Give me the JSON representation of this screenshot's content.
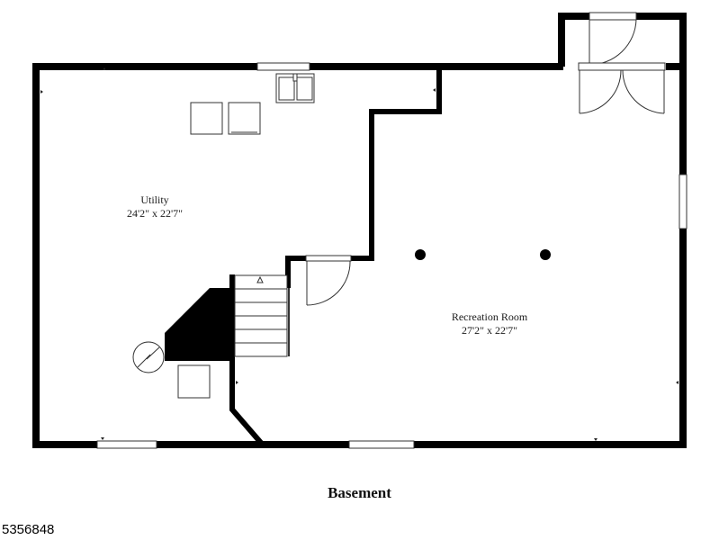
{
  "plan": {
    "title": "Basement",
    "listing_id": "5356848",
    "rooms": [
      {
        "name": "Utility",
        "dimensions": "24'2\" x 22'7\""
      },
      {
        "name": "Recreation Room",
        "dimensions": "27'2\" x 22'7\""
      }
    ],
    "colors": {
      "wall": "#000000",
      "fixture_stroke": "#333333",
      "background": "#ffffff"
    }
  }
}
